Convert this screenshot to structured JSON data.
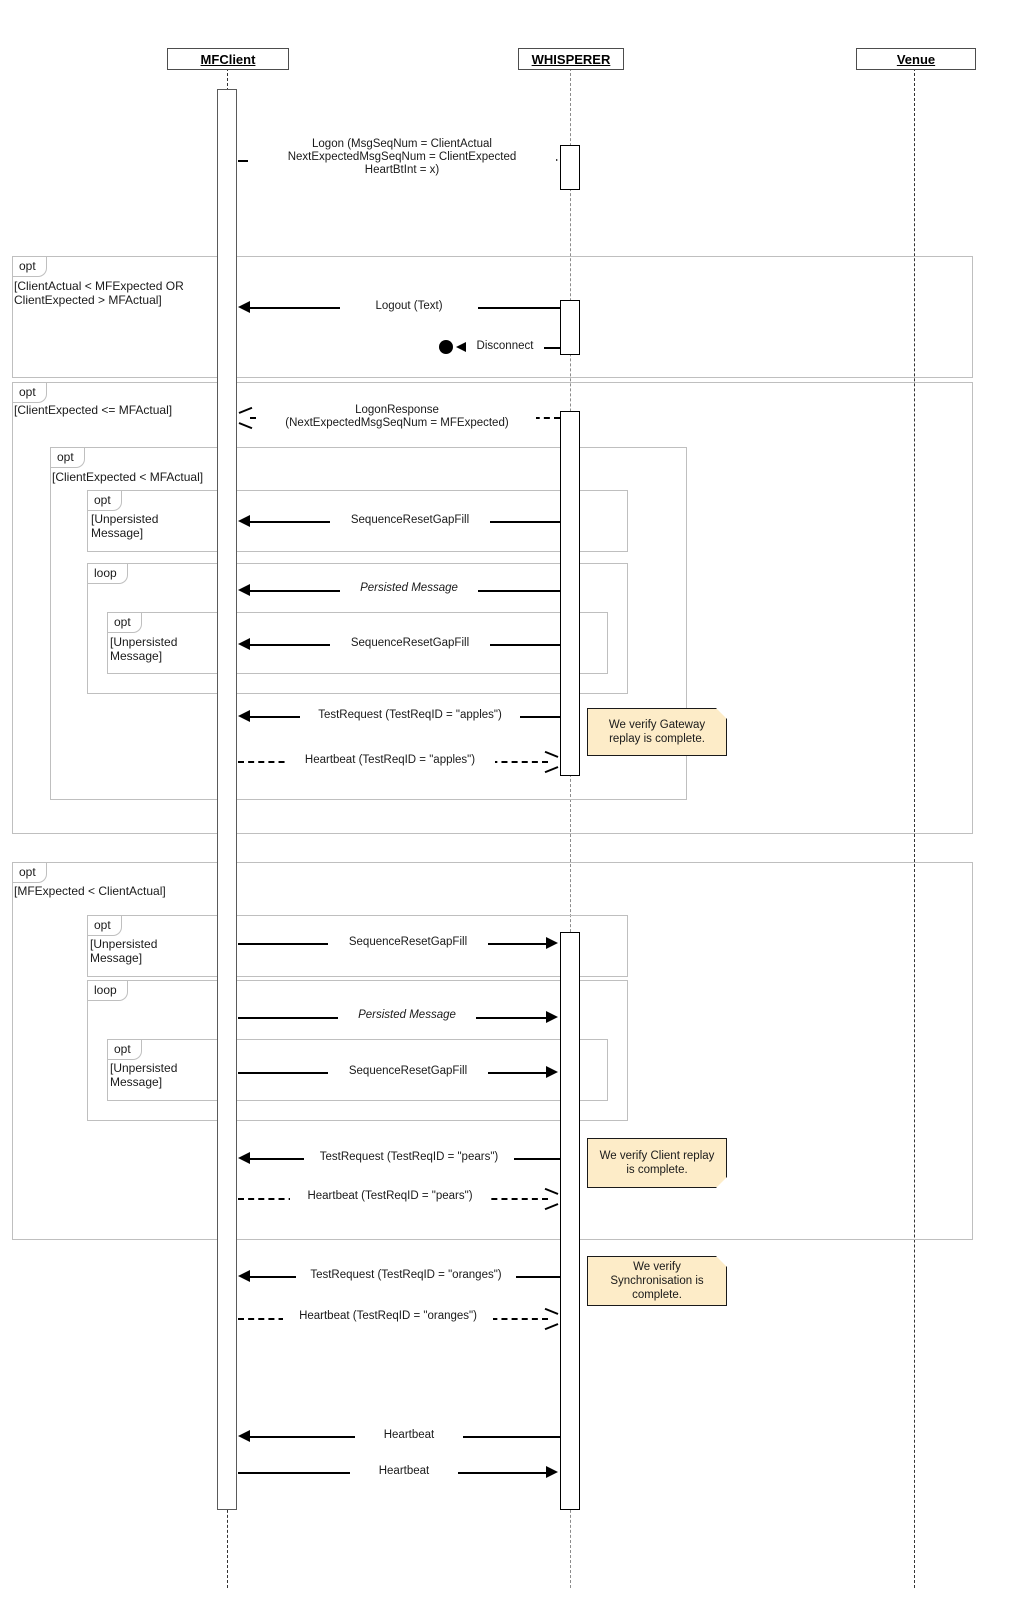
{
  "diagram": {
    "type": "uml-sequence-diagram",
    "participants": [
      {
        "id": "mfclient",
        "label": "MFClient"
      },
      {
        "id": "whisperer",
        "label": "WHISPERER"
      },
      {
        "id": "venue",
        "label": "Venue"
      }
    ],
    "fragments": [
      {
        "id": "opt1",
        "kind": "opt",
        "condition": "[ClientActual < MFExpected OR\nClientExpected > MFActual]"
      },
      {
        "id": "opt2",
        "kind": "opt",
        "condition": "[ClientExpected <= MFActual]"
      },
      {
        "id": "opt3",
        "kind": "opt",
        "condition": "[ClientExpected < MFActual]"
      },
      {
        "id": "opt4",
        "kind": "opt",
        "condition": "[Unpersisted\nMessage]"
      },
      {
        "id": "loop1",
        "kind": "loop",
        "condition": ""
      },
      {
        "id": "opt5",
        "kind": "opt",
        "condition": "[Unpersisted\nMessage]"
      },
      {
        "id": "opt6",
        "kind": "opt",
        "condition": "[MFExpected < ClientActual]"
      },
      {
        "id": "opt7",
        "kind": "opt",
        "condition": "[Unpersisted\n Message]"
      },
      {
        "id": "loop2",
        "kind": "loop",
        "condition": ""
      },
      {
        "id": "opt8",
        "kind": "opt",
        "condition": "[Unpersisted\nMessage]"
      }
    ],
    "messages": [
      {
        "id": "m1",
        "text": "Logon (MsgSeqNum = ClientActual\nNextExpectedMsgSeqNum = ClientExpected\nHeartBtInt = x)",
        "from": "mfclient",
        "to": "whisperer",
        "style": "solid",
        "arrow": "filled"
      },
      {
        "id": "m2",
        "text": "Logout (Text)",
        "from": "whisperer",
        "to": "mfclient",
        "style": "solid",
        "arrow": "filled"
      },
      {
        "id": "m3",
        "text": "Disconnect",
        "from": "whisperer",
        "to": "stop",
        "style": "solid",
        "arrow": "filled"
      },
      {
        "id": "m4",
        "text": "LogonResponse\n(NextExpectedMsgSeqNum = MFExpected)",
        "from": "whisperer",
        "to": "mfclient",
        "style": "dashed",
        "arrow": "open"
      },
      {
        "id": "m5",
        "text": "SequenceResetGapFill",
        "from": "whisperer",
        "to": "mfclient",
        "style": "solid",
        "arrow": "filled"
      },
      {
        "id": "m6",
        "text": "Persisted Message",
        "from": "whisperer",
        "to": "mfclient",
        "style": "solid",
        "arrow": "filled",
        "italic": true
      },
      {
        "id": "m7",
        "text": "SequenceResetGapFill",
        "from": "whisperer",
        "to": "mfclient",
        "style": "solid",
        "arrow": "filled"
      },
      {
        "id": "m8",
        "text": "TestRequest (TestReqID = \"apples\")",
        "from": "whisperer",
        "to": "mfclient",
        "style": "solid",
        "arrow": "filled"
      },
      {
        "id": "m9",
        "text": "Heartbeat (TestReqID = \"apples\")",
        "from": "mfclient",
        "to": "whisperer",
        "style": "dashed",
        "arrow": "open"
      },
      {
        "id": "m10",
        "text": "SequenceResetGapFill",
        "from": "mfclient",
        "to": "whisperer",
        "style": "solid",
        "arrow": "filled"
      },
      {
        "id": "m11",
        "text": "Persisted Message",
        "from": "mfclient",
        "to": "whisperer",
        "style": "solid",
        "arrow": "filled",
        "italic": true
      },
      {
        "id": "m12",
        "text": "SequenceResetGapFill",
        "from": "mfclient",
        "to": "whisperer",
        "style": "solid",
        "arrow": "filled"
      },
      {
        "id": "m13",
        "text": "TestRequest (TestReqID = \"pears\")",
        "from": "whisperer",
        "to": "mfclient",
        "style": "solid",
        "arrow": "filled"
      },
      {
        "id": "m14",
        "text": "Heartbeat (TestReqID = \"pears\")",
        "from": "mfclient",
        "to": "whisperer",
        "style": "dashed",
        "arrow": "open"
      },
      {
        "id": "m15",
        "text": "TestRequest (TestReqID = \"oranges\")",
        "from": "whisperer",
        "to": "mfclient",
        "style": "solid",
        "arrow": "filled"
      },
      {
        "id": "m16",
        "text": "Heartbeat (TestReqID = \"oranges\")",
        "from": "mfclient",
        "to": "whisperer",
        "style": "dashed",
        "arrow": "open"
      },
      {
        "id": "m17",
        "text": "Heartbeat",
        "from": "whisperer",
        "to": "mfclient",
        "style": "solid",
        "arrow": "filled"
      },
      {
        "id": "m18",
        "text": "Heartbeat",
        "from": "mfclient",
        "to": "whisperer",
        "style": "solid",
        "arrow": "filled"
      }
    ],
    "notes": [
      {
        "id": "n1",
        "text": "We verify Gateway replay is complete."
      },
      {
        "id": "n2",
        "text": "We verify Client replay is complete."
      },
      {
        "id": "n3",
        "text": "We verify Synchronisation is complete."
      }
    ],
    "colors": {
      "note_background": "#fdecc8",
      "note_border": "#1a1a1a",
      "frame_border": "#bfbfbf",
      "lifeline": "#333333",
      "line": "#000000"
    }
  }
}
